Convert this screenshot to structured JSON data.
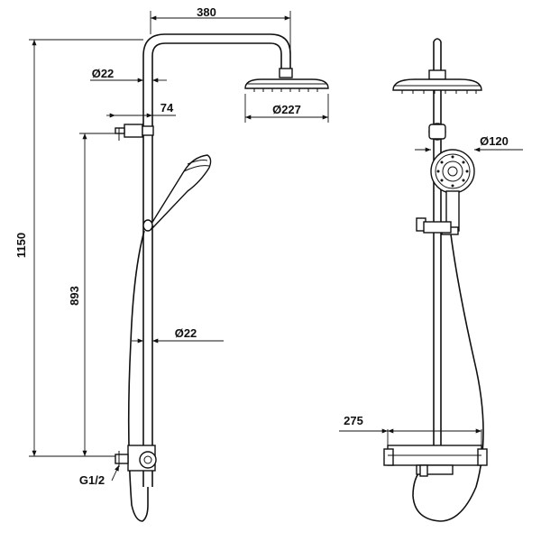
{
  "dimensions": {
    "total_height": "1150",
    "rail_height": "893",
    "arm_length": "380",
    "arm_diameter": "Ø22",
    "wall_offset": "74",
    "head_diameter": "Ø227",
    "rail_diameter": "Ø22",
    "inlet_thread": "G1/2",
    "hand_shower_diameter": "Ø120",
    "mixer_width": "275"
  },
  "colors": {
    "line": "#111111",
    "background": "#ffffff"
  }
}
